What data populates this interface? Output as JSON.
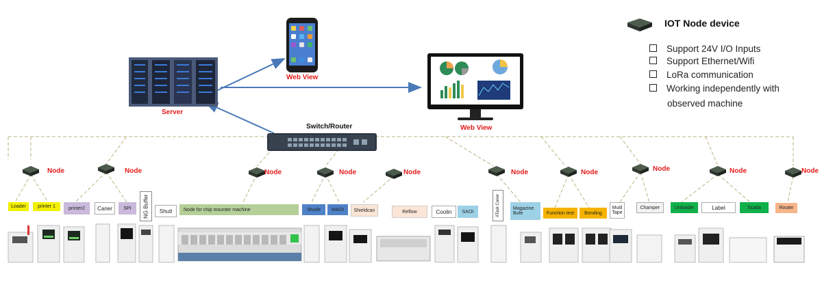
{
  "legend": {
    "title": "IOT Node device",
    "features": [
      {
        "line1": "Support 24V I/O Inputs",
        "line2": ""
      },
      {
        "line1": "Support Ethernet/Wifi",
        "line2": ""
      },
      {
        "line1": "LoRa communication",
        "line2": ""
      },
      {
        "line1": "Working independently with",
        "line2": "observed machine"
      }
    ]
  },
  "top": {
    "server_label": "Server",
    "phone_label": "Web View",
    "monitor_label": "Web View",
    "switch_label": "Switch/Router"
  },
  "node_label": "Node",
  "stations": [
    {
      "label": "Loader"
    },
    {
      "label": "printer 1"
    },
    {
      "label": "printer2"
    },
    {
      "label": "Carier"
    },
    {
      "label": "SPI"
    },
    {
      "label": "NG Buffer"
    },
    {
      "label": "Shutl"
    },
    {
      "label": "Node for chip mounter machine"
    },
    {
      "label": "Shutle"
    },
    {
      "label": "MAOI"
    },
    {
      "label": "Shieldcan"
    },
    {
      "label": "Reflow"
    },
    {
      "label": "Coolin"
    },
    {
      "label": "SAOI"
    },
    {
      "label": "ATask Carier"
    },
    {
      "label": "Magazine Bufe"
    },
    {
      "label": "Function test"
    },
    {
      "label": "Bonding"
    },
    {
      "label": "Mutil Tape"
    },
    {
      "label": "Champer"
    },
    {
      "label": "Unloader"
    },
    {
      "label": "Label"
    },
    {
      "label": "Scada"
    },
    {
      "label": "Router"
    }
  ],
  "colors": {
    "connector": "#c8c39a",
    "arrow": "#4a79b8",
    "node_text": "#e41b1b",
    "yellow": "#f2f000",
    "purple": "#c9b9db",
    "blue": "#4f81c7",
    "green": "#9cc57f",
    "orange": "#f5b300",
    "bright_green": "#10b04a",
    "peach": "#f7b58a",
    "lightblue": "#9dd1e6"
  }
}
